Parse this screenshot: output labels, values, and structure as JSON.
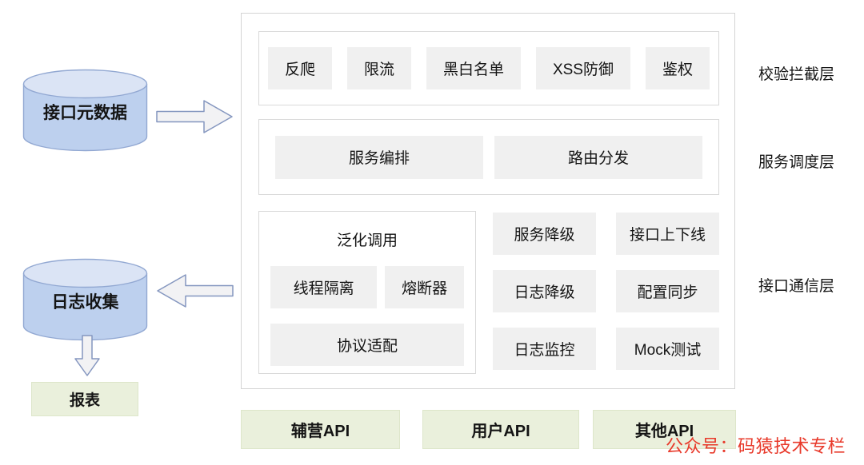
{
  "palette": {
    "box_bg": "#f0f0f0",
    "container_border": "#d4d4d4",
    "inner_border": "#d9d9d9",
    "cylinder_body": "#bdd0ee",
    "cylinder_top": "#dbe4f5",
    "cylinder_border": "#92a8d2",
    "arrow_fill": "#f2f2f4",
    "arrow_border": "#8496bf",
    "green_bg": "#eaf0dc",
    "green_border": "#dde6ca",
    "text": "#141414",
    "watermark": "#e8392a"
  },
  "left_flow": {
    "metadata_store": "接口元数据",
    "log_store": "日志收集",
    "report": "报表"
  },
  "gateway": {
    "layers": [
      {
        "label": "校验拦截层",
        "items": [
          "反爬",
          "限流",
          "黑白名单",
          "XSS防御",
          "鉴权"
        ]
      },
      {
        "label": "服务调度层",
        "items": [
          "服务编排",
          "路由分发"
        ]
      },
      {
        "label": "接口通信层",
        "group": {
          "title": "泛化调用",
          "items": [
            "线程隔离",
            "熔断器",
            "协议适配"
          ]
        },
        "grid": [
          "服务降级",
          "接口上下线",
          "日志降级",
          "配置同步",
          "日志监控",
          "Mock测试"
        ]
      }
    ]
  },
  "apis": [
    "辅营API",
    "用户API",
    "其他API"
  ],
  "watermark": "公众号：码猿技术专栏"
}
